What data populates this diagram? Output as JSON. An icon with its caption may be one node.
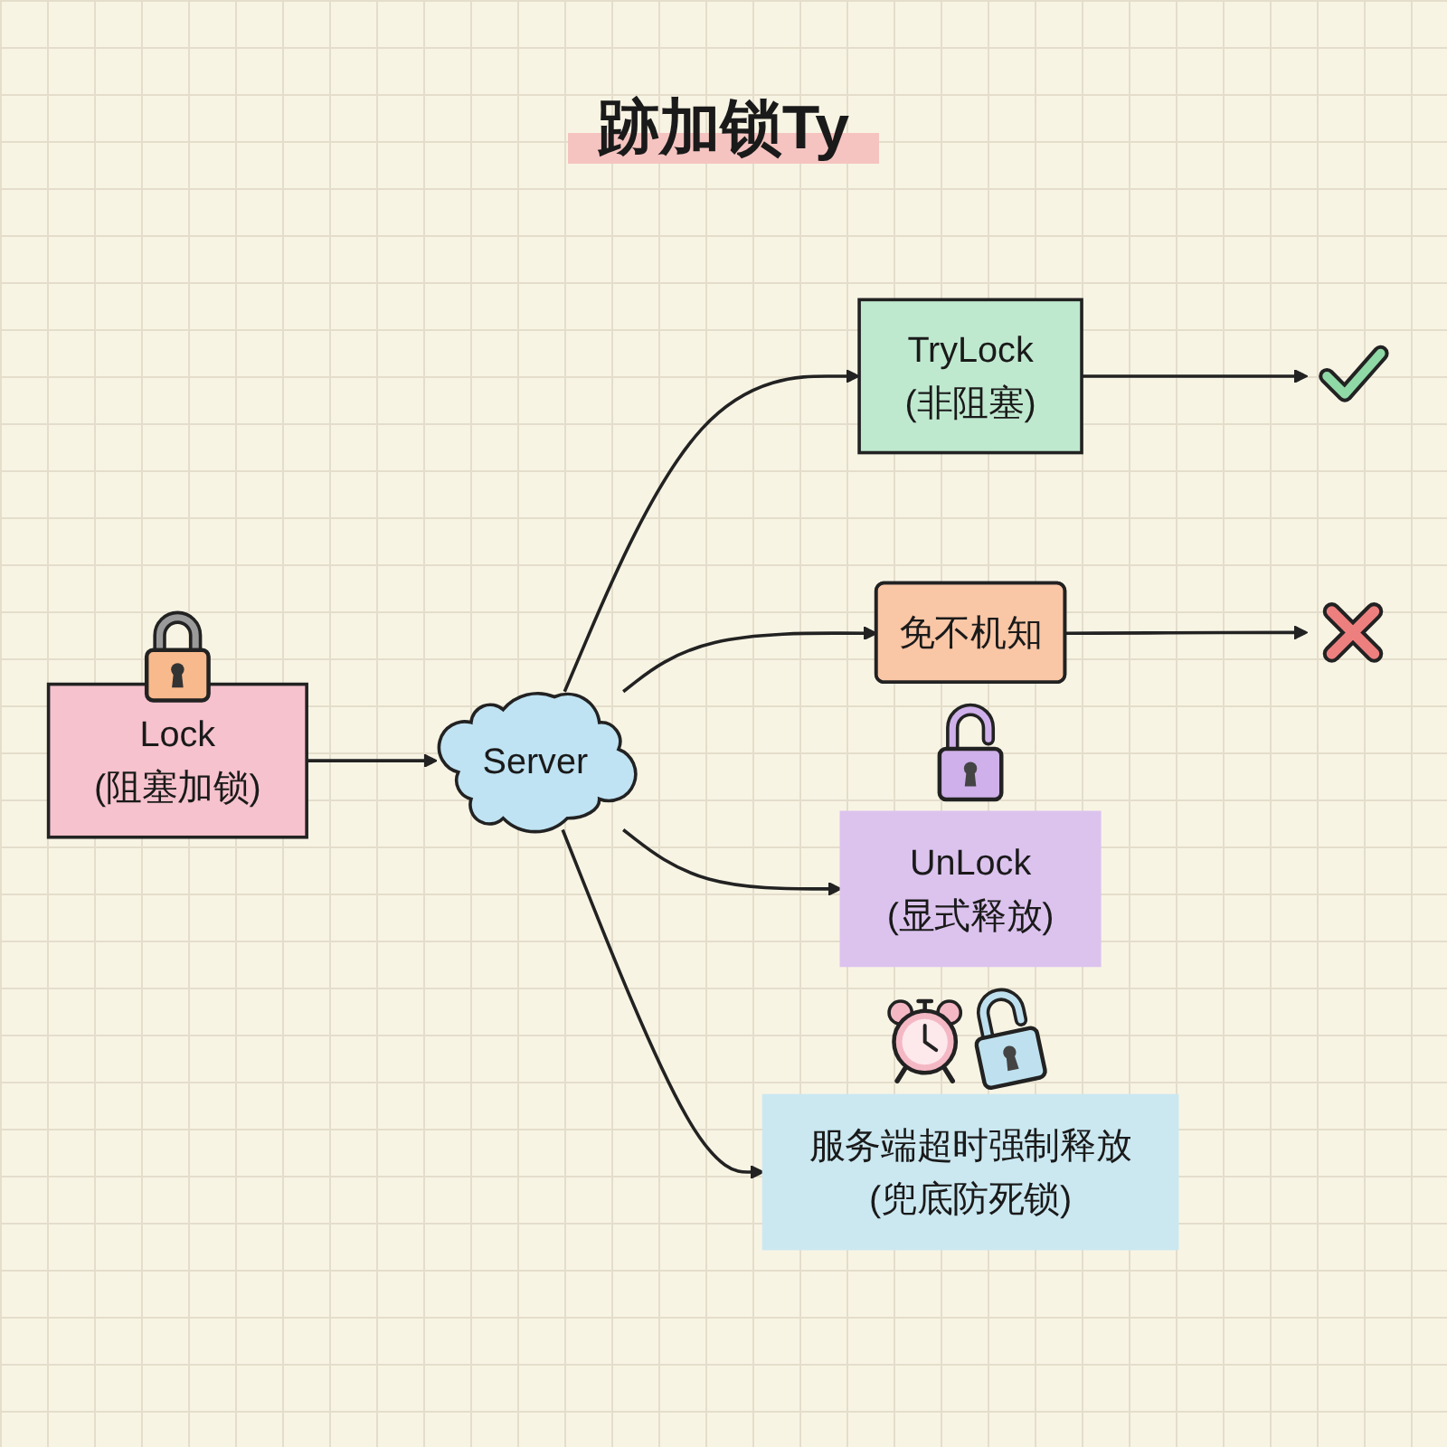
{
  "diagram": {
    "title": "跡加锁Ty",
    "nodes": [
      {
        "text": [
          "Lock",
          "(阻塞加锁)"
        ]
      },
      {
        "text": [
          "Server"
        ]
      },
      {
        "text": [
          "TryLock",
          "(非阻塞)"
        ]
      },
      {
        "text": [],
        "shape": "tick"
      },
      {
        "text": [
          "免不机知"
        ]
      },
      {
        "text": [],
        "shape": "cross"
      },
      {
        "text": [
          "UnLock",
          "(显式释放)"
        ]
      },
      {
        "text": [
          "服务端超时强制释放",
          "(兜底防死锁)"
        ]
      }
    ],
    "edges": [
      {
        "from": 0,
        "to": 1,
        "arrow": "to"
      },
      {
        "from": 1,
        "to": 2,
        "arrow": "to"
      },
      {
        "from": 1,
        "to": 4,
        "arrow": "to"
      },
      {
        "from": 2,
        "to": 3,
        "arrow": "to"
      },
      {
        "from": 4,
        "to": 5,
        "arrow": "to"
      },
      {
        "from": 1,
        "to": 6,
        "arrow": "to"
      },
      {
        "from": 1,
        "to": 7,
        "arrow": "to"
      }
    ]
  }
}
